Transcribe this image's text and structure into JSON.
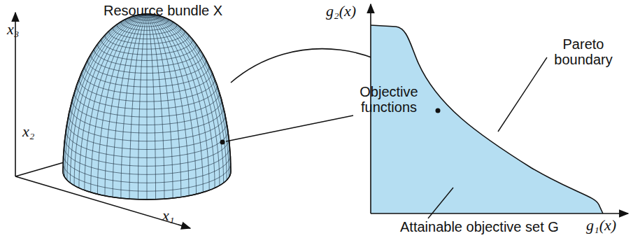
{
  "diagram": {
    "labels": [
      "Resource bundle X",
      "x₃",
      "x₂",
      "x₁",
      "Objective functions",
      "g₂(x)",
      "Pareto boundary",
      "Attainable objective set G",
      "g₁(x)"
    ]
  }
}
